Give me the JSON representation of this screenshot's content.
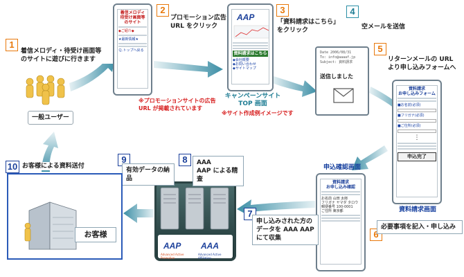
{
  "steps": {
    "s1": {
      "num": "1",
      "text": "着信メロディ・待受け画面等\nのサイトに遊びに行きます"
    },
    "s2": {
      "num": "2",
      "text": "プロモーション広告\nURL をクリック"
    },
    "s3": {
      "num": "3",
      "text": "「資料請求はこちら」\nをクリック"
    },
    "s4": {
      "num": "4",
      "text": "空メールを送信"
    },
    "s5": {
      "num": "5",
      "text": "リターンメールの URL\nより申し込みフォームへ"
    },
    "s6": {
      "num": "6",
      "text": "必要事項を記入・申し込み"
    },
    "s7": {
      "num": "7",
      "text": "申し込みされた方の\nデータを AAA AAP にて収集"
    },
    "s8": {
      "num": "8",
      "text": "AAA\nAAP による精査"
    },
    "s9": {
      "num": "9",
      "text": "有効データの納品"
    },
    "s10": {
      "num": "10",
      "text": "お客様による資料送付"
    }
  },
  "labels": {
    "general_user": "一般ユーザー",
    "promo_note": "※プロモーションサイトの広告\nURL が掲載されています",
    "campaign_top": "キャンペーンサイト\nTOP 画面",
    "site_note": "※サイト作成例イメージです",
    "confirm_screen": "申込確認画面",
    "request_screen": "資料請求画面",
    "customer": "お客様",
    "logo_left_sub": "Advanced Active Promotion",
    "logo_right_sub": "Advanced Active Affiliation"
  },
  "phone1": {
    "title": "着信メロディ\n待受け画面等\nのサイト",
    "lines": [
      "◆ご紹介◆",
      "★最新情報★",
      "Ｑ.トップへ戻る"
    ]
  },
  "phone2": {
    "button": "資料請求はこちら",
    "links": [
      "◆会社概要",
      "◆お問い合わせ",
      "◆サイトマップ"
    ]
  },
  "email": {
    "meta": "Date 2006/08/31\nTo: info@aaaaf.jp\nSubject: 資料請求",
    "sent": "送信しました"
  },
  "phone4": {
    "title": "資料請求\nお申し込みフォーム",
    "fields": [
      "■お名前(必須)",
      "■フリガナ(必須)",
      "■ご住所(必須)"
    ],
    "submit": "申込完了"
  },
  "phone5": {
    "title": "資料請求\nお申し込み確認",
    "rows": [
      "お名前 山田 太郎",
      "フリガナ ヤマダ タロウ",
      "郵便番号 100-0001",
      "ご住所 東京都"
    ]
  }
}
